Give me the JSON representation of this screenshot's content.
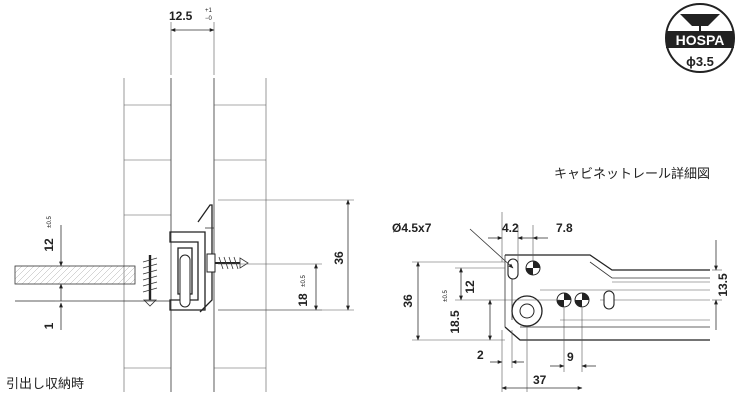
{
  "logo": {
    "brand": "HOSPA",
    "screw_size": "ϕ3.5"
  },
  "captions": {
    "detail_view": "キャビネットレール詳細図",
    "closed_state": "引出し収納時"
  },
  "left_view": {
    "dim_top": "12.5",
    "dim_top_tol_plus": "+1",
    "dim_top_tol_minus": "−0",
    "dim_12": "12",
    "dim_12_tol": "±0.5",
    "dim_1": "1",
    "dim_18": "18",
    "dim_18_tol": "±0.5",
    "dim_36": "36"
  },
  "right_view": {
    "hole_label": "Ø4.5x7",
    "dim_4_2": "4.2",
    "dim_7_8": "7.8",
    "dim_36": "36",
    "dim_12": "12",
    "dim_18_5": "18.5",
    "dim_18_5_tol": "±0.5",
    "dim_13_5": "13.5",
    "dim_2": "2",
    "dim_9": "9",
    "dim_37": "37"
  }
}
